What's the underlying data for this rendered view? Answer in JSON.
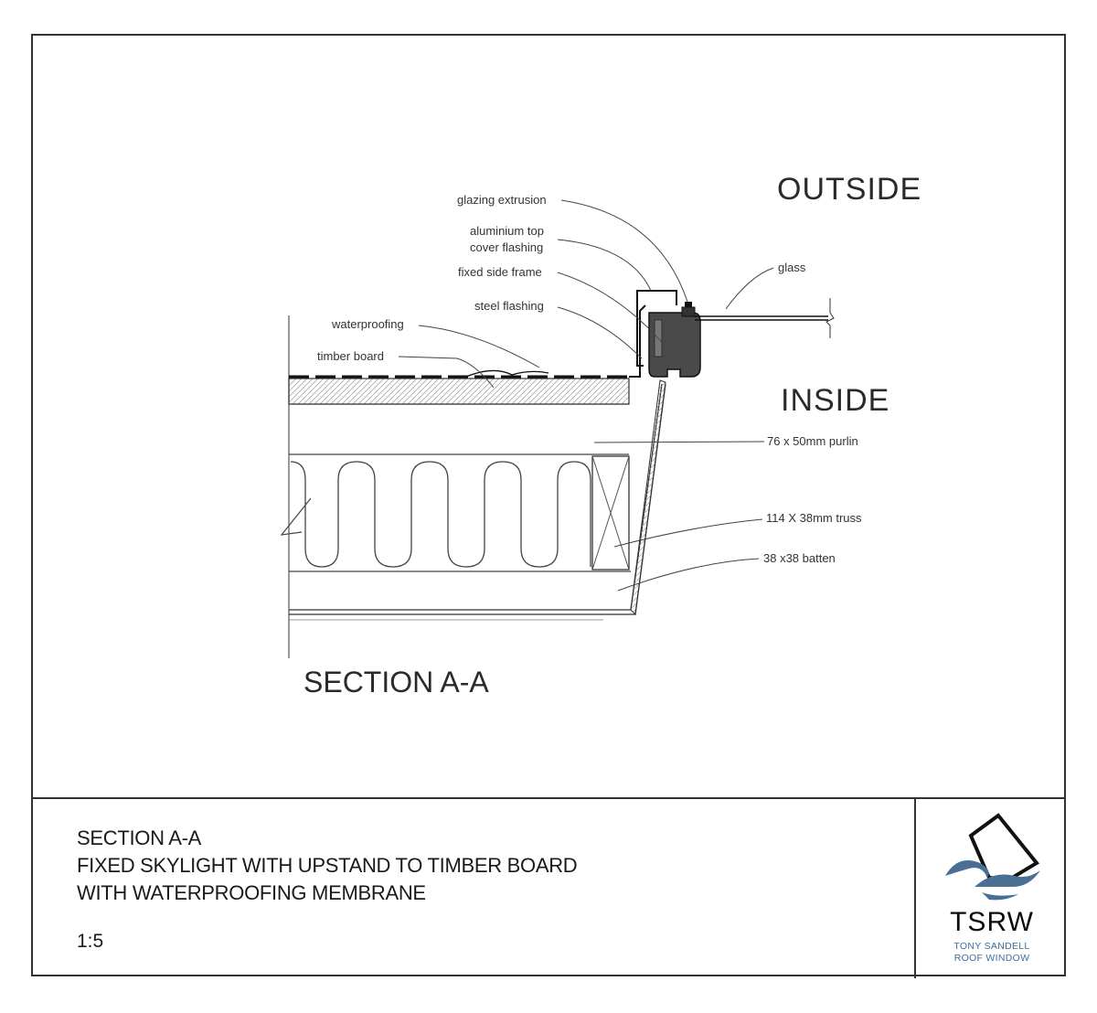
{
  "drawing": {
    "zone_outside": "OUTSIDE",
    "zone_inside": "INSIDE",
    "section_title": "SECTION A-A",
    "callouts": {
      "glazing_extrusion": "glazing extrusion",
      "aluminium_top_1": "aluminium top",
      "aluminium_top_2": "cover flashing",
      "fixed_side_frame": "fixed side frame",
      "steel_flashing": "steel flashing",
      "waterproofing": "waterproofing",
      "timber_board": "timber board",
      "glass": "glass",
      "purlin": "76 x 50mm purlin",
      "truss": "114 X 38mm truss",
      "batten": "38 x38 batten"
    }
  },
  "title_block": {
    "line1": "SECTION A-A",
    "line2": "FIXED SKYLIGHT WITH UPSTAND TO TIMBER BOARD",
    "line3": "WITH WATERPROOFING MEMBRANE",
    "scale": "1:5"
  },
  "logo": {
    "name": "TSRW",
    "sub1": "TONY SANDELL",
    "sub2": "ROOF WINDOW",
    "wave_color": "#4a6f95",
    "mark_color": "#111111"
  }
}
